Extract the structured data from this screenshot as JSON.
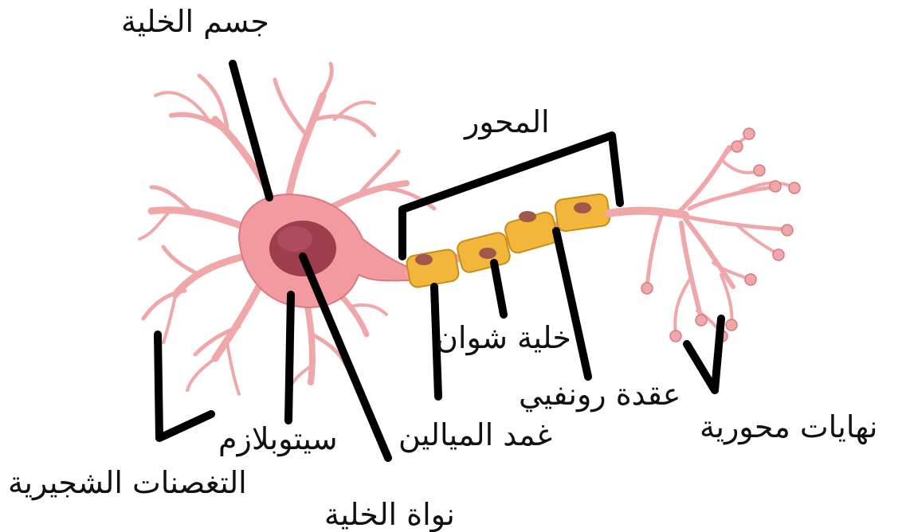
{
  "labels": {
    "cell_body": "جسم الخلية",
    "axon": "المحور",
    "dendrites": "التغصنات الشجيرية",
    "cytoplasm": "سيتوبلازم",
    "nucleus": "نواة الخلية",
    "myelin_sheath": "غمد الميالين",
    "schwann_cell": "خلية شوان",
    "node_of_ranvier": "عقدة رونفيي",
    "axon_terminals": "نهايات محورية"
  },
  "colors": {
    "neuron_fill": "#f0a7a9",
    "neuron_stroke": "#d97a80",
    "cell_body_fill": "#f29aa0",
    "nucleus_fill": "#9e3d4e",
    "myelin_fill": "#f2b73a",
    "myelin_stroke": "#c98d1a",
    "schwann_nucleus": "#a0584a",
    "pointer_line": "#000000",
    "label_text": "#111111"
  }
}
